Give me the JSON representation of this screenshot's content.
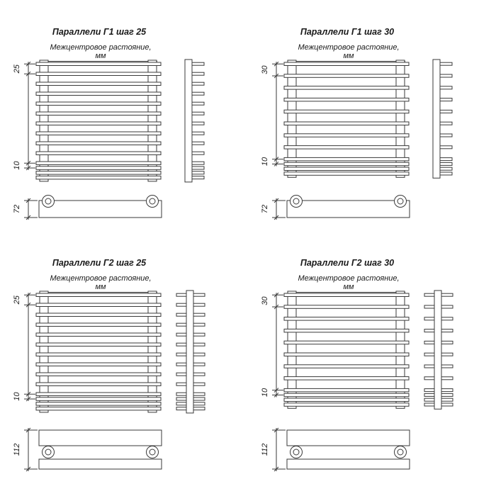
{
  "page": {
    "background": "#ffffff",
    "line_color": "#3a3a3a",
    "text_color": "#1a1a1a"
  },
  "panels": [
    {
      "title": "Параллели Г1 шаг 25",
      "subtitle": "Межцентровое растояние, мм",
      "dim_step": "25",
      "dim_small": "10",
      "dim_base": "72",
      "type": "Г1",
      "step_mm": 25,
      "main_bars": 11,
      "small_bars": 3
    },
    {
      "title": "Параллели Г1 шаг 30",
      "subtitle": "Межцентровое растояние, мм",
      "dim_step": "30",
      "dim_small": "10",
      "dim_base": "72",
      "type": "Г1",
      "step_mm": 30,
      "main_bars": 9,
      "small_bars": 3
    },
    {
      "title": "Параллели Г2 шаг 25",
      "subtitle": "Межцентровое растояние, мм",
      "dim_step": "25",
      "dim_small": "10",
      "dim_base": "112",
      "type": "Г2",
      "step_mm": 25,
      "main_bars": 11,
      "small_bars": 3
    },
    {
      "title": "Параллели Г2 шаг 30",
      "subtitle": "Межцентровое растояние, мм",
      "dim_step": "30",
      "dim_small": "10",
      "dim_base": "112",
      "type": "Г2",
      "step_mm": 30,
      "main_bars": 9,
      "small_bars": 3
    }
  ]
}
